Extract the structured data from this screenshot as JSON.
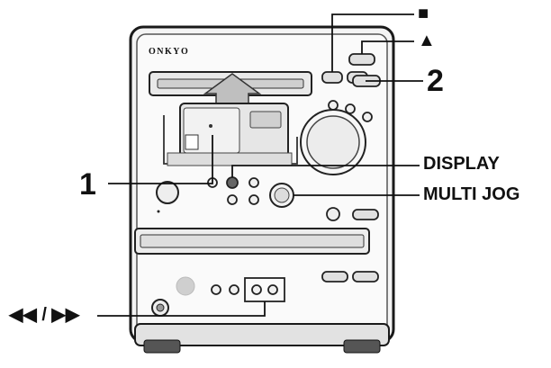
{
  "device": {
    "brand": "ONKYO"
  },
  "callouts": {
    "stop_symbol": "■",
    "eject_symbol": "▲",
    "num_two": "2",
    "num_one": "1",
    "display": "DISPLAY",
    "multi_jog": "MULTI JOG",
    "skip": "◀◀ / ▶▶"
  },
  "icons": [
    "stop-icon",
    "eject-icon",
    "skip-icon"
  ]
}
